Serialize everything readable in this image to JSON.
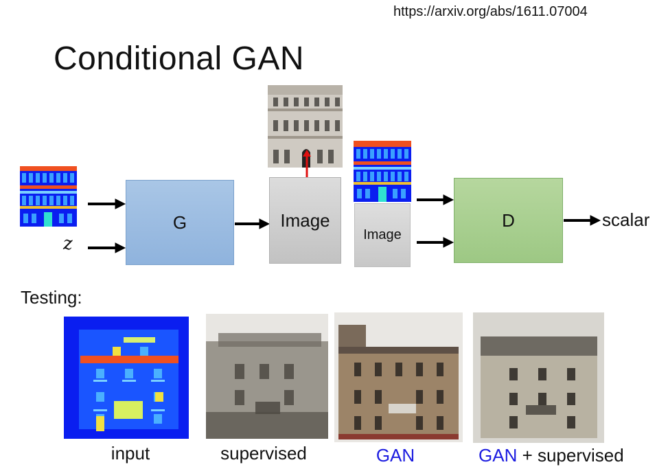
{
  "header": {
    "url": "https://arxiv.org/abs/1611.07004",
    "title": "Conditional GAN"
  },
  "diagram": {
    "generator_label": "G",
    "discriminator_label": "D",
    "generated_image_label": "Image",
    "paired_image_label": "Image",
    "noise_label": "z",
    "output_label": "scalar"
  },
  "testing": {
    "heading": "Testing:",
    "captions": {
      "input": "input",
      "supervised": "supervised",
      "gan": "GAN",
      "gan_supervised_prefix": "GAN",
      "gan_supervised_suffix": " + supervised"
    }
  },
  "colors": {
    "generator_fill": "#9dbde3",
    "discriminator_fill": "#a9d08f",
    "image_fill": "#cfcfcf",
    "arrow": "#000000",
    "red_arrow": "#e01010",
    "caption_blue": "#1b1be0",
    "label_map_blue": "#0a1ef0",
    "label_map_red": "#f05020"
  }
}
